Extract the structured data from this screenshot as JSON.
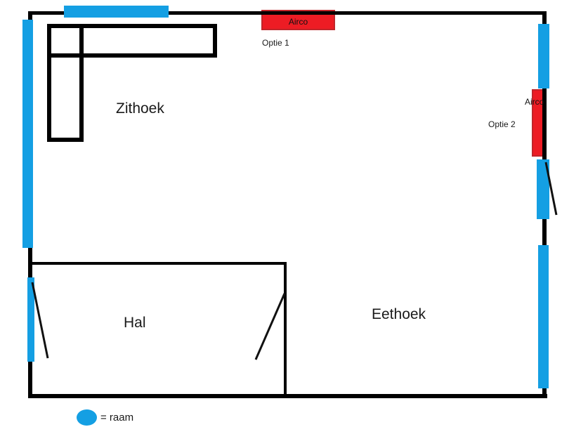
{
  "floorplan": {
    "rooms": [
      {
        "id": "zithoek",
        "label": "Zithoek"
      },
      {
        "id": "hal",
        "label": "Hal"
      },
      {
        "id": "eethoek",
        "label": "Eethoek"
      }
    ],
    "airco_options": [
      {
        "id": "optie-1",
        "unit_label": "Airco",
        "option_label": "Optie 1"
      },
      {
        "id": "optie-2",
        "unit_label": "Airco",
        "option_label": "Optie 2"
      }
    ],
    "legend": {
      "text": "= raam"
    },
    "colors": {
      "window_blue": "#149FE3",
      "airco_red": "#ED1C24",
      "airco_border": "#C0262B",
      "wall_black": "#000000",
      "background": "#FFFFFF"
    }
  }
}
